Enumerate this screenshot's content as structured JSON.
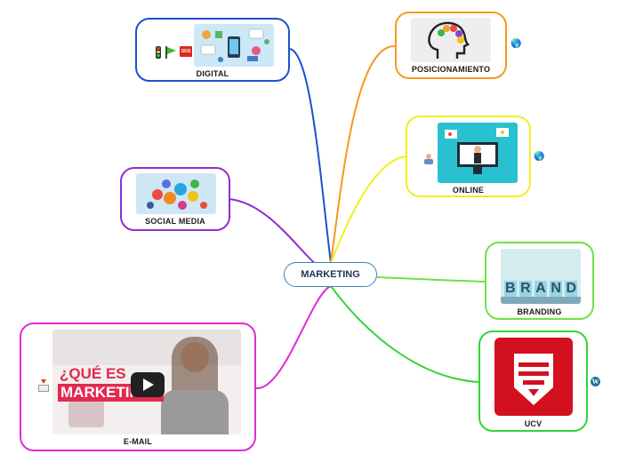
{
  "central": "MARKETING",
  "nodes": {
    "digital": "DIGITAL",
    "social_media": "SOCIAL MEDIA",
    "email": "E-MAIL",
    "posicionamiento": "POSICIONAMIENTO",
    "online": "ONLINE",
    "branding": "BRANDING",
    "ucv": "UCV"
  },
  "video": {
    "line1": "¿QUÉ ES",
    "line2": "MARKETING?"
  },
  "digital_icon_text": "SOS",
  "branding_letters": [
    "B",
    "R",
    "A",
    "N",
    "D"
  ],
  "colors": {
    "digital": "#1f4fd1",
    "social_media": "#8a2fd0",
    "email": "#e02ad6",
    "posicionamiento": "#f39a1e",
    "online": "#f2ef1c",
    "branding": "#6de244",
    "ucv": "#33d433",
    "central_border": "#3b83b8"
  }
}
